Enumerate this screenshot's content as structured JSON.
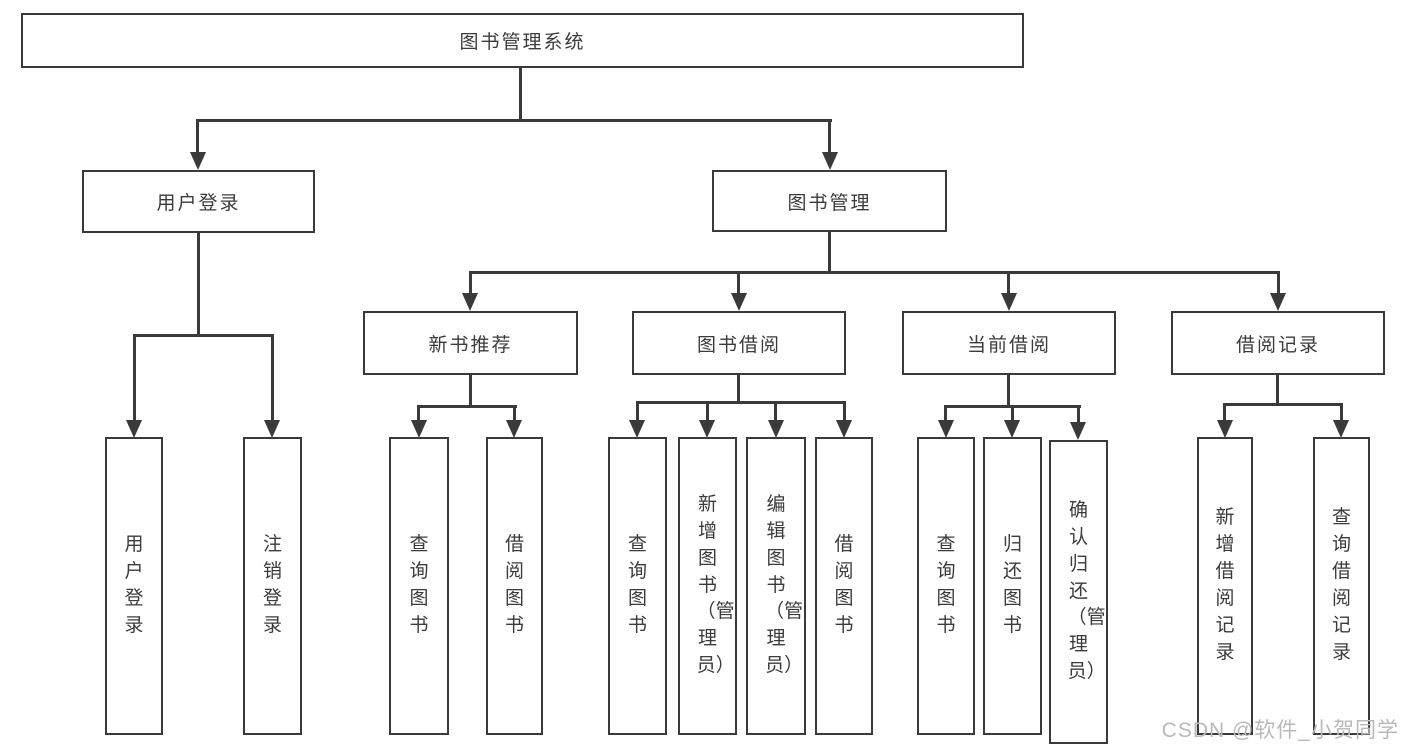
{
  "diagram": {
    "root": {
      "label": "图书管理系统"
    },
    "level2": [
      {
        "label": "用户登录",
        "children": [
          {
            "label": "用户登录"
          },
          {
            "label": "注销登录"
          }
        ]
      },
      {
        "label": "图书管理",
        "children": [
          {
            "label": "新书推荐",
            "children": [
              {
                "label": "查询图书"
              },
              {
                "label": "借阅图书"
              }
            ]
          },
          {
            "label": "图书借阅",
            "children": [
              {
                "label": "查询图书"
              },
              {
                "label": "新增图书（管理员）"
              },
              {
                "label": "编辑图书（管理员）"
              },
              {
                "label": "借阅图书"
              }
            ]
          },
          {
            "label": "当前借阅",
            "children": [
              {
                "label": "查询图书"
              },
              {
                "label": "归还图书"
              },
              {
                "label": "确认归还（管理员）"
              }
            ]
          },
          {
            "label": "借阅记录",
            "children": [
              {
                "label": "新增借阅记录"
              },
              {
                "label": "查询借阅记录"
              }
            ]
          }
        ]
      }
    ]
  },
  "watermark": {
    "label": "CSDN @软件_小贺同学"
  },
  "colors": {
    "line": "#3a3a3a",
    "text": "#3b3b3b",
    "watermark": "#b9b9b9",
    "background": "#ffffff"
  }
}
